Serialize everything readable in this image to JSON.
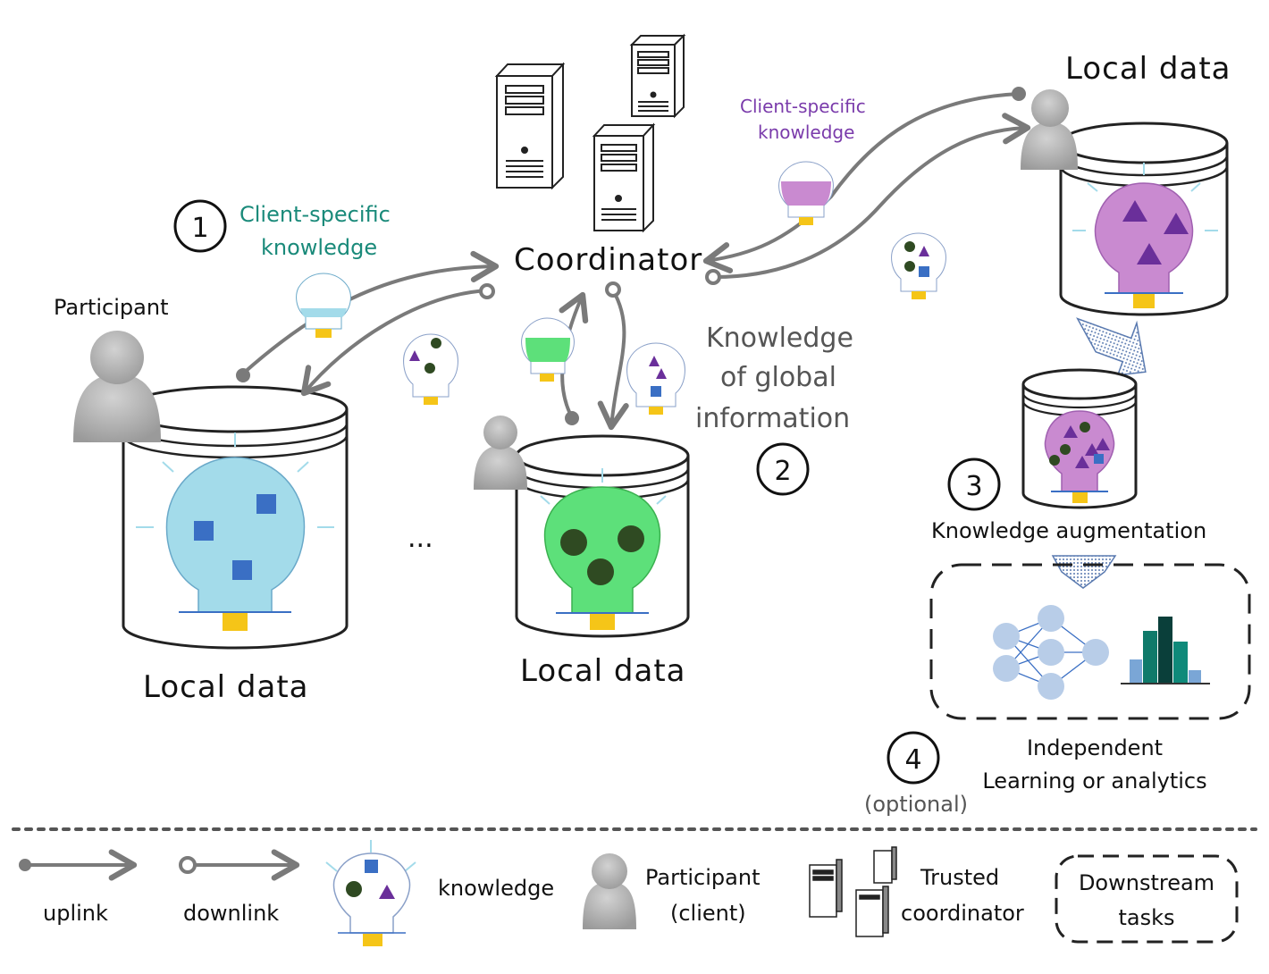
{
  "labels": {
    "participant": "Participant",
    "coordinator": "Coordinator",
    "local_data_left": "Local data",
    "local_data_mid": "Local data",
    "local_data_right": "Local data",
    "ellipsis": "...",
    "step1_line1": "Client-specific",
    "step1_line2": "knowledge",
    "step2_line1": "Knowledge",
    "step2_line2": "of global",
    "step2_line3": "information",
    "right_ck_line1": "Client-specific",
    "right_ck_line2": "knowledge",
    "step3_label": "Knowledge augmentation",
    "step4_line1": "Independent",
    "step4_line2": "Learning or analytics",
    "optional": "(optional)"
  },
  "steps": [
    "1",
    "2",
    "3",
    "4"
  ],
  "legend": {
    "uplink": "uplink",
    "downlink": "downlink",
    "knowledge": "knowledge",
    "participant_line1": "Participant",
    "participant_line2": "(client)",
    "coordinator_line1": "Trusted",
    "coordinator_line2": "coordinator",
    "downstream_line1": "Downstream",
    "downstream_line2": "tasks"
  },
  "colors": {
    "blue_bulb": "#a3dbea",
    "green_bulb": "#5de07a",
    "purple_bulb": "#c98ad0",
    "square": "#3a6fc4",
    "circle": "#2f4a22",
    "triangle": "#6a2f9a",
    "base": "#f5c518",
    "arrow": "#7a7a7a",
    "accent_teal": "#1a8a7a",
    "accent_purple": "#7a3bab"
  }
}
